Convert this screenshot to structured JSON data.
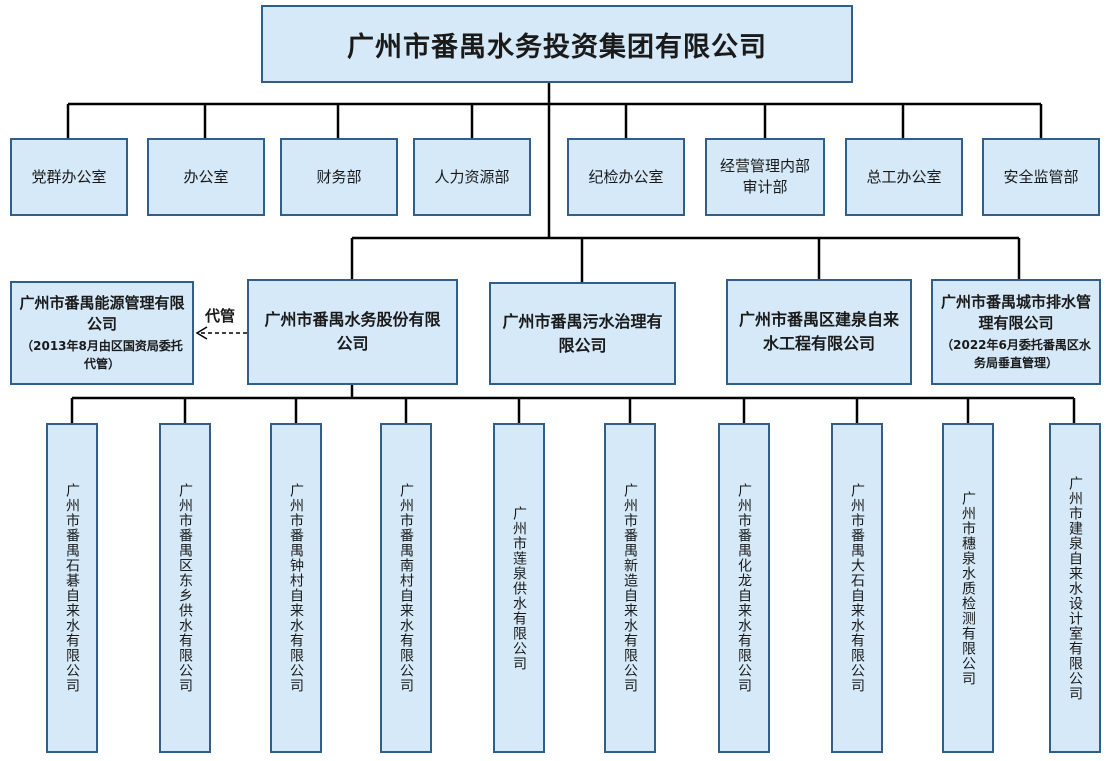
{
  "group": "广州市番禺水务投资集团有限公司",
  "departments": [
    "党群办公室",
    "办公室",
    "财务部",
    "人力资源部",
    "纪检办公室",
    "经营管理内部审计部",
    "总工办公室",
    "安全监管部"
  ],
  "subsidiaries": {
    "energy": {
      "name": "广州市番禺能源管理有限公司",
      "note": "（2013年8月由区国资局委托代管）"
    },
    "shares": "广州市番禺水务股份有限公司",
    "sewage": "广州市番禺污水治理有限公司",
    "jianquan": "广州市番禺区建泉自来水工程有限公司",
    "drainage": {
      "name": "广州市番禺城市排水管理有限公司",
      "note": "（2022年6月委托番禺区水务局垂直管理）"
    }
  },
  "proxy_label": "代管",
  "water_companies": [
    "广州市番禺石碁自来水有限公司",
    "广州市番禺区东乡供水有限公司",
    "广州市番禺钟村自来水有限公司",
    "广州市番禺南村自来水有限公司",
    "广州市莲泉供水有限公司",
    "广州市番禺新造自来水有限公司",
    "广州市番禺化龙自来水有限公司",
    "广州市番禺大石自来水有限公司",
    "广州市穗泉水质检测有限公司",
    "广州市建泉自来水设计室有限公司"
  ]
}
